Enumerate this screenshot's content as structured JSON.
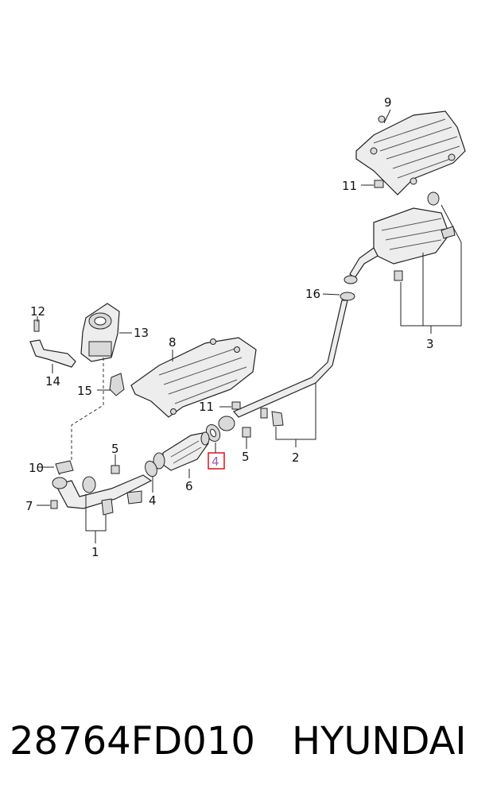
{
  "diagram": {
    "callouts": [
      "1",
      "2",
      "3",
      "4",
      "5",
      "5",
      "6",
      "7",
      "8",
      "9",
      "10",
      "11",
      "11",
      "12",
      "13",
      "14",
      "15",
      "16"
    ],
    "highlighted_callout": "4",
    "highlight_color": "#e0202a"
  },
  "footer": {
    "part_number": "28764FD010",
    "brand": "HYUNDAI"
  }
}
